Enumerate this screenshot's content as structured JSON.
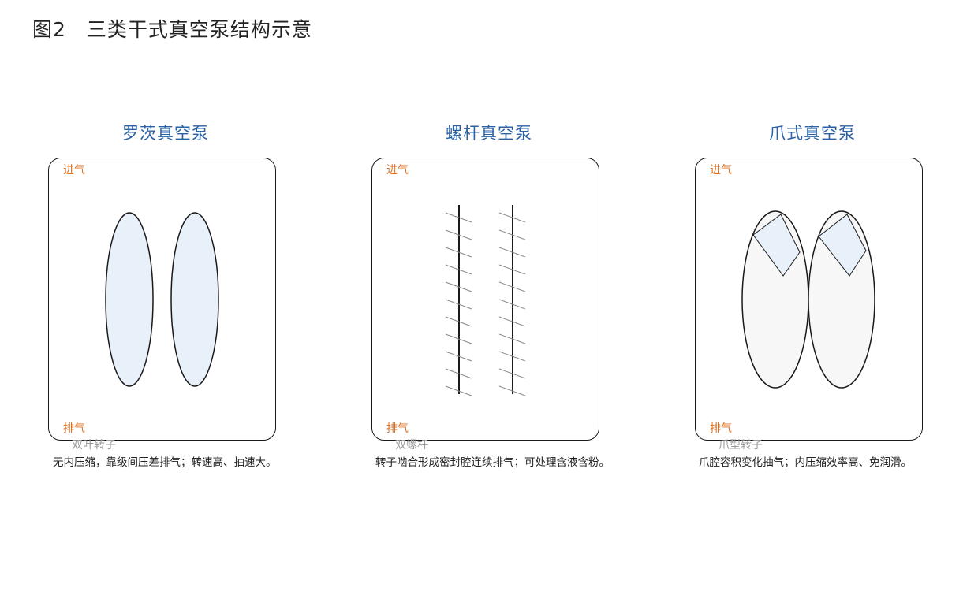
{
  "figure": {
    "title": "图2　三类干式真空泵结构示意"
  },
  "panels": [
    {
      "title": "罗茨真空泵",
      "inlet": "进气",
      "outlet": "排气",
      "rotor": "双叶转子",
      "description": "无内压缩，靠级间压差排气；转速高、抽速大。"
    },
    {
      "title": "螺杆真空泵",
      "inlet": "进气",
      "outlet": "排气",
      "rotor": "双螺杆",
      "description": "转子啮合形成密封腔连续排气；可处理含液含粉。"
    },
    {
      "title": "爪式真空泵",
      "inlet": "进气",
      "outlet": "排气",
      "rotor": "爪型转子",
      "description": "爪腔容积变化抽气；内压缩效率高、免润滑。"
    }
  ],
  "colors": {
    "title": "#2b62a6",
    "port_label": "#e07020",
    "rotor_fill": "#e8f0fa",
    "chamber_fill": "#f7f7f7",
    "outline": "#1a1a1a"
  }
}
